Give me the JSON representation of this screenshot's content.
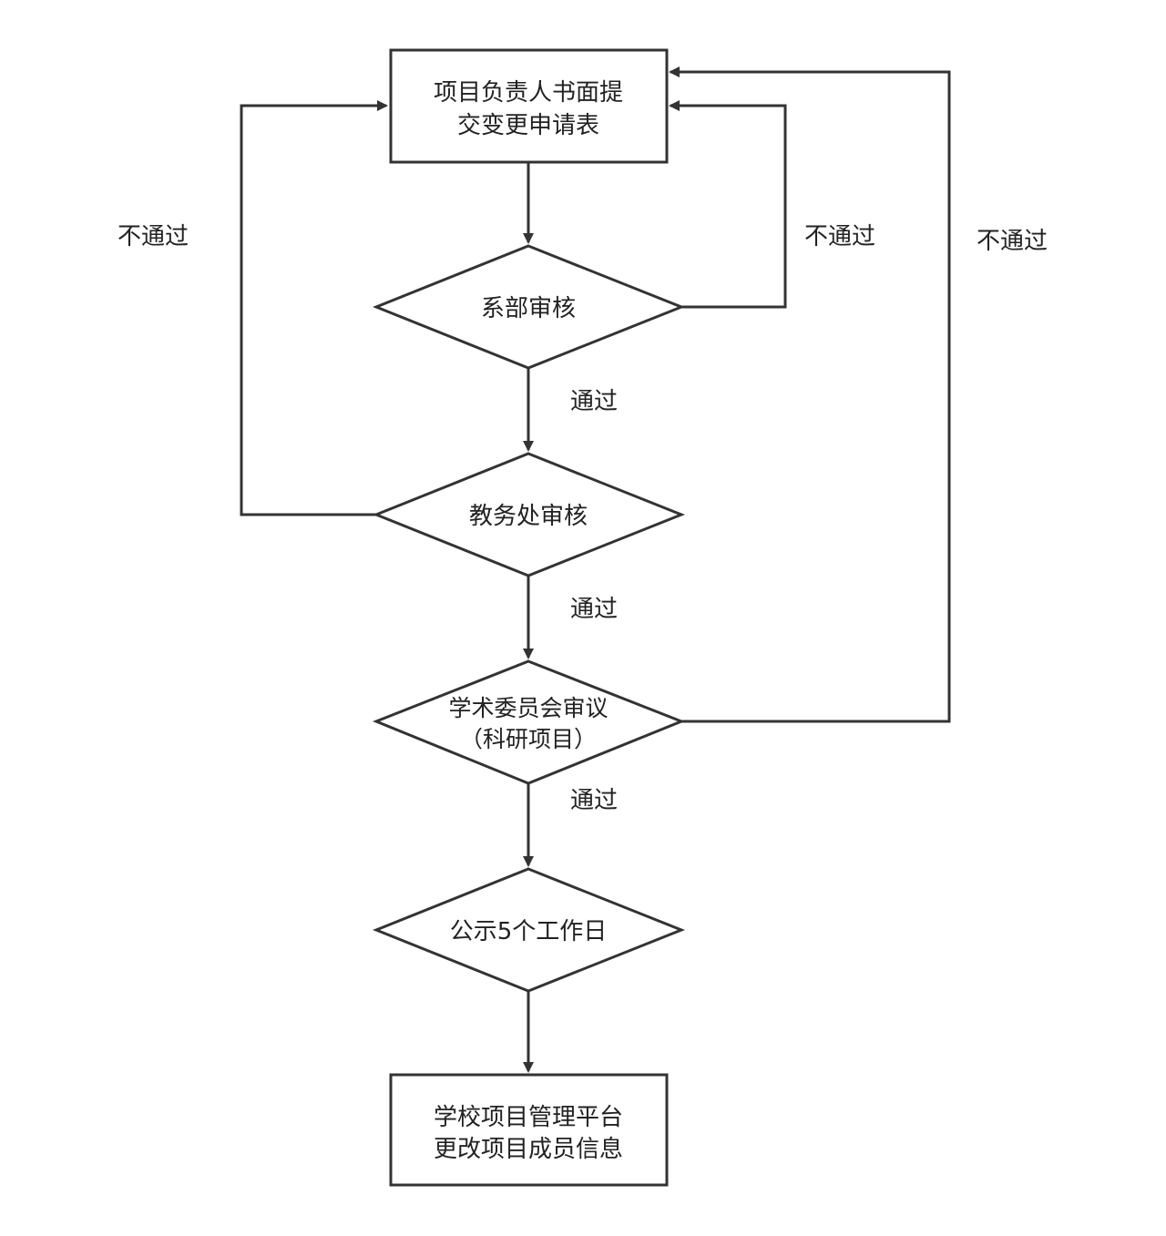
{
  "nodes": {
    "submit": {
      "line1": "项目负责人书面提",
      "line2": "交变更申请表"
    },
    "dept_review": {
      "label": "系部审核"
    },
    "academic_affairs_review": {
      "label": "教务处审核"
    },
    "committee_review": {
      "line1": "学术委员会审议",
      "line2": "（科研项目）"
    },
    "publicity": {
      "label": "公示5个工作日"
    },
    "platform_update": {
      "line1": "学校项目管理平台",
      "line2": "更改项目成员信息"
    }
  },
  "edge_labels": {
    "pass_1": "通过",
    "pass_2": "通过",
    "pass_3": "通过",
    "fail_left": "不通过",
    "fail_mid": "不通过",
    "fail_right": "不通过"
  },
  "colors": {
    "stroke": "#333333",
    "text": "#222222",
    "background": "#ffffff"
  }
}
